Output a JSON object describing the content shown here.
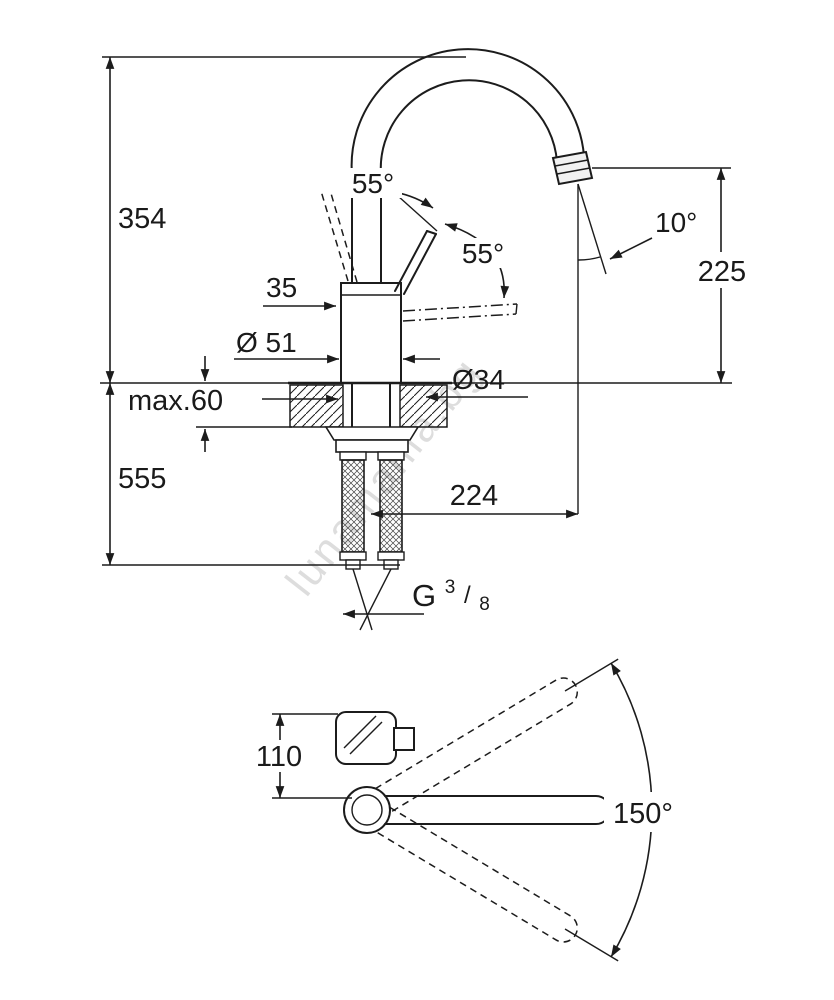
{
  "drawing": {
    "watermark": "lunamania.bg",
    "dims": {
      "overall_height": "354",
      "below_counter_depth": "555",
      "counter_thickness": "max.60",
      "handle_offset": "35",
      "body_diameter": "Ø 51",
      "hole_diameter": "Ø34",
      "spout_reach": "224",
      "spout_height": "225",
      "outlet_angle": "10°",
      "handle_angle_upper": "55°",
      "handle_angle_lower": "55°",
      "thread_g": "G",
      "thread_num": "3",
      "thread_slash": "/",
      "thread_den": "8",
      "handle_height_topview": "110",
      "swivel_angle": "150°"
    }
  }
}
